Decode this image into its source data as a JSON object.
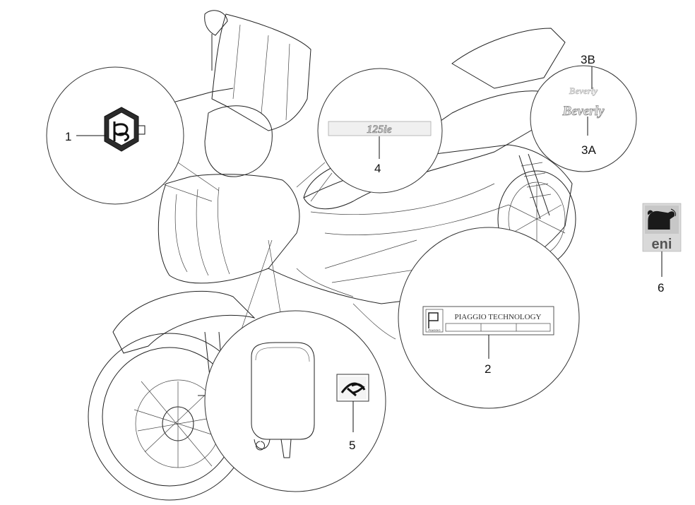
{
  "diagram": {
    "callouts": {
      "part_1": "1",
      "part_2": "2",
      "part_3A": "3A",
      "part_3B": "3B",
      "part_4": "4",
      "part_5": "5",
      "part_6": "6"
    },
    "decals": {
      "model_badge": "125ie",
      "technology_plate": "PIAGGIO TECHNOLOGY",
      "technology_plate_small": "PIAGGIO",
      "name_badge_large": "Beverly",
      "name_badge_small": "Beverly",
      "fuel_brand": "eni"
    }
  }
}
